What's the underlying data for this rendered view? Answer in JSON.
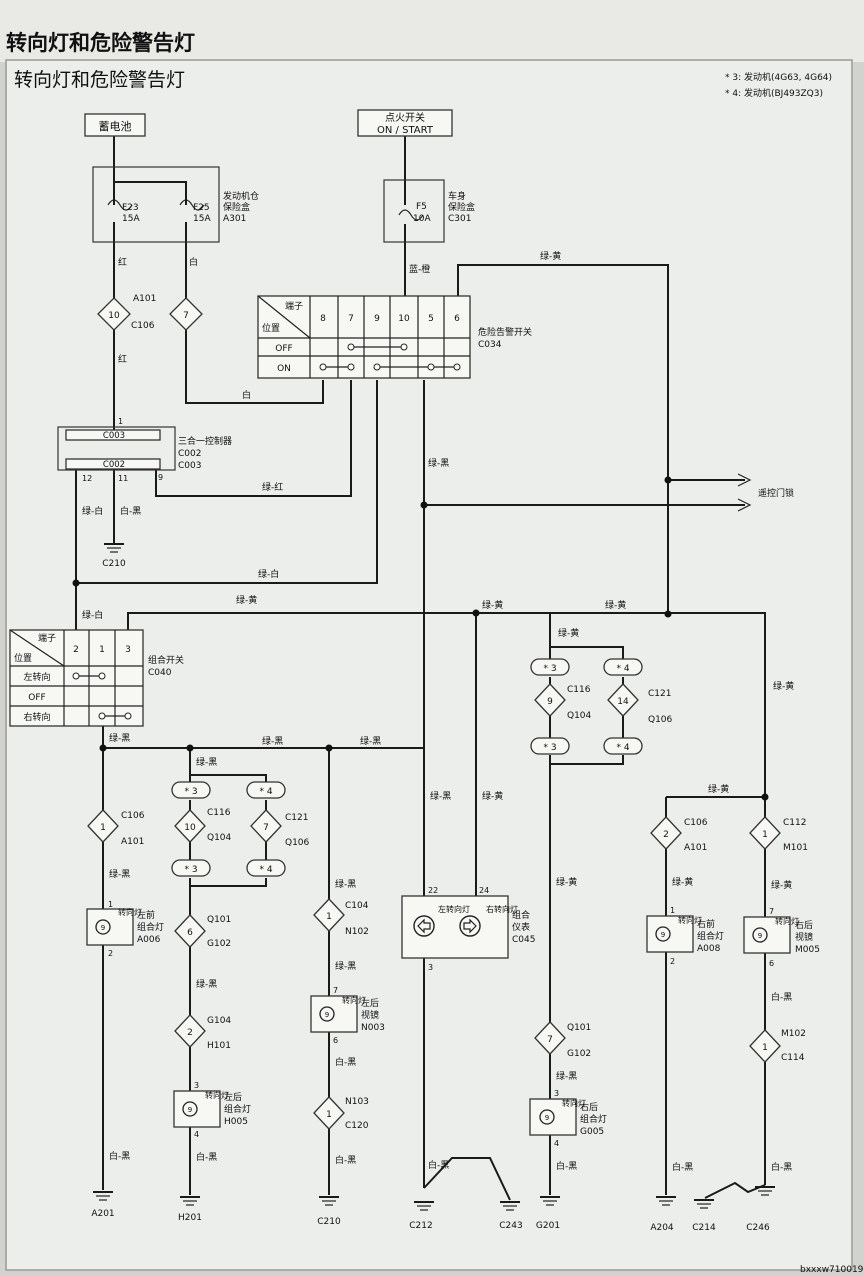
{
  "page_header": "转向灯和危险警告灯",
  "diagram_title": "转向灯和危险警告灯",
  "notes": [
    "* 3: 发动机(4G63, 4G64)",
    "* 4: 发动机(BJ493ZQ3)"
  ],
  "footer_code": "bxxxw710019",
  "boxes": {
    "battery": "蓄电池",
    "ignition_1": "点火开关",
    "ignition_2": "ON / START",
    "engine_fuse_box": [
      "发动机仓",
      "保险盒",
      "A301"
    ],
    "body_fuse_box": [
      "车身",
      "保险盒",
      "C301"
    ],
    "controller": [
      "三合一控制器",
      "C002",
      "C003"
    ],
    "hazard_switch": [
      "危险告警开关",
      "C034"
    ],
    "combo_switch": [
      "组合开关",
      "C040"
    ],
    "remote_lock": "遥控门锁",
    "cluster": [
      "组合",
      "仪表",
      "C045"
    ]
  },
  "fuses": [
    {
      "name": "F23",
      "rating": "15A"
    },
    {
      "name": "F25",
      "rating": "15A"
    },
    {
      "name": "F5",
      "rating": "10A"
    }
  ],
  "hazard_table": {
    "header": "端子",
    "pos_header": "位置",
    "cols": [
      "8",
      "7",
      "9",
      "10",
      "5",
      "6"
    ],
    "rows": [
      "OFF",
      "ON"
    ]
  },
  "combo_table": {
    "header": "端子",
    "pos_header": "位置",
    "cols": [
      "2",
      "1",
      "3"
    ],
    "rows": [
      "左转向",
      "OFF",
      "右转向"
    ]
  },
  "wire_colors": {
    "red": "红",
    "white": "白",
    "blue_orange": "蓝-橙",
    "green_yellow": "绿-黄",
    "green_red": "绿-红",
    "green_white": "绿-白",
    "white_black": "白-黑",
    "green_black": "绿-黑"
  },
  "connectors": {
    "a101": "A101",
    "c106": "C106",
    "c003": "C003",
    "c002": "C002",
    "c116": "C116",
    "q104": "Q104",
    "c121": "C121",
    "q106": "Q106",
    "q101": "Q101",
    "g102": "G102",
    "g104": "G104",
    "h101": "H101",
    "c104": "C104",
    "n102": "N102",
    "n103": "N103",
    "c120": "C120",
    "c112": "C112",
    "m101": "M101",
    "m102": "M102",
    "c114": "C114"
  },
  "pins": {
    "p10": "10",
    "p7": "7",
    "p1": "1",
    "p12": "12",
    "p11": "11",
    "p9": "9",
    "p3": "3",
    "p4": "4",
    "p14": "14",
    "p6": "6",
    "p2": "2",
    "p22": "22",
    "p24": "24",
    "s3": "* 3",
    "s4": "* 4"
  },
  "lamps": [
    {
      "label": "转向灯",
      "name": [
        "左前",
        "组合灯",
        "A006"
      ]
    },
    {
      "label": "转向灯",
      "name": [
        "左后",
        "组合灯",
        "H005"
      ]
    },
    {
      "label": "转向灯",
      "name": [
        "左后",
        "视镜",
        "N003"
      ]
    },
    {
      "label": "转向灯",
      "name": [
        "右后",
        "组合灯",
        "G005"
      ]
    },
    {
      "label": "转向灯",
      "name": [
        "右前",
        "组合灯",
        "A008"
      ]
    },
    {
      "label": "转向灯",
      "name": [
        "右后",
        "视镜",
        "M005"
      ]
    }
  ],
  "cluster_lamps": [
    "左转向灯",
    "右转向灯"
  ],
  "grounds": [
    "C210",
    "A201",
    "H201",
    "C210",
    "C212",
    "C243",
    "G201",
    "A204",
    "C214",
    "C246"
  ]
}
